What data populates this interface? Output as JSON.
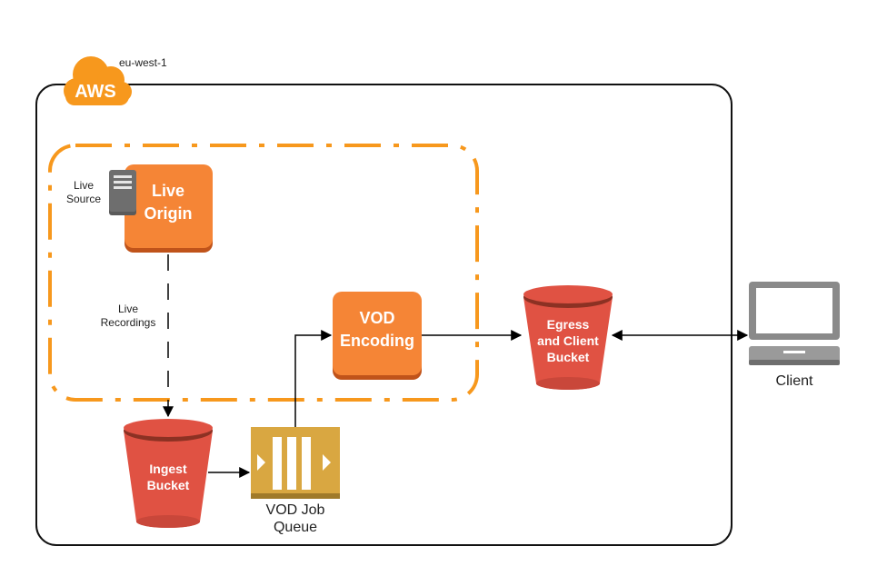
{
  "region": {
    "label": "eu-west-1",
    "cloud_badge": "AWS"
  },
  "nodes": {
    "live_source": {
      "line1": "Live",
      "line2": "Source"
    },
    "live_origin": {
      "line1": "Live",
      "line2": "Origin"
    },
    "vod_encoding": {
      "line1": "VOD",
      "line2": "Encoding"
    },
    "ingest_bucket": {
      "line1": "Ingest",
      "line2": "Bucket"
    },
    "vod_job_queue": {
      "line1": "VOD Job",
      "line2": "Queue"
    },
    "egress_bucket": {
      "line1": "Egress",
      "line2": "and Client",
      "line3": "Bucket"
    },
    "client": {
      "label": "Client"
    }
  },
  "edges": {
    "live_recordings": {
      "line1": "Live",
      "line2": "Recordings"
    }
  },
  "colors": {
    "orange": "#f58536",
    "orange_dark": "#c0531a",
    "dashed_orange": "#f7981d",
    "bucket_red": "#e05243",
    "bucket_dark": "#8c3123",
    "queue_gold": "#d9a741",
    "server_gray": "#5a5a5a",
    "monitor_gray": "#8a8a8a"
  }
}
